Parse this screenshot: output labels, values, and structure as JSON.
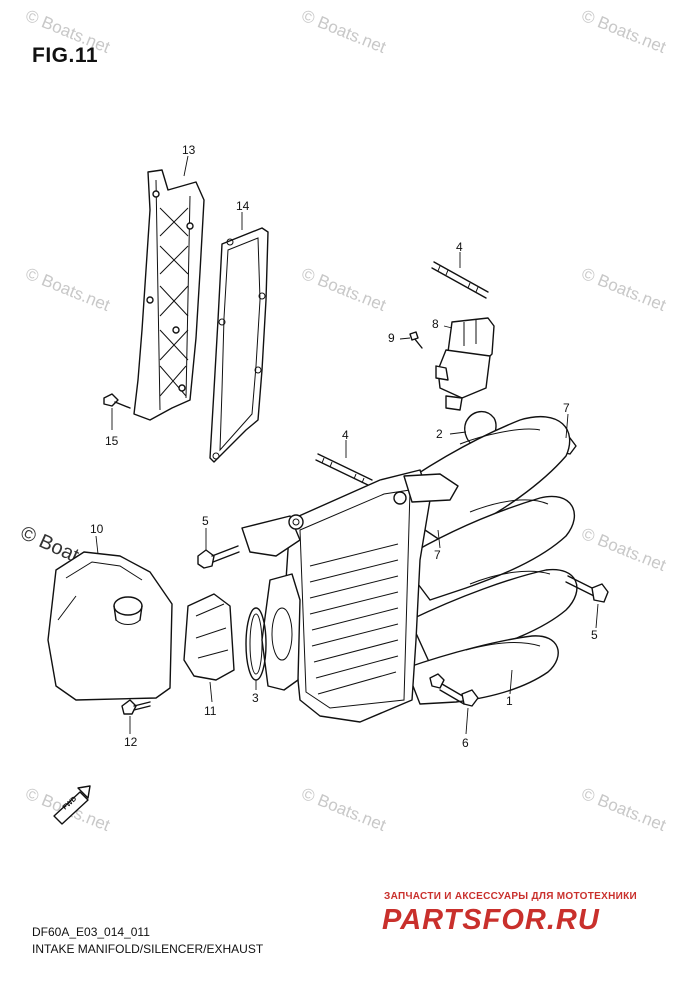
{
  "figure": {
    "title": "FIG.11"
  },
  "watermark": {
    "text": "© Boats.net"
  },
  "parts": [
    {
      "ref": "1"
    },
    {
      "ref": "2"
    },
    {
      "ref": "3"
    },
    {
      "ref": "4"
    },
    {
      "ref": "4"
    },
    {
      "ref": "5"
    },
    {
      "ref": "5"
    },
    {
      "ref": "6"
    },
    {
      "ref": "7"
    },
    {
      "ref": "7"
    },
    {
      "ref": "8"
    },
    {
      "ref": "9"
    },
    {
      "ref": "10"
    },
    {
      "ref": "11"
    },
    {
      "ref": "12"
    },
    {
      "ref": "13"
    },
    {
      "ref": "14"
    },
    {
      "ref": "15"
    }
  ],
  "direction_marker": {
    "text": "FWD"
  },
  "footer": {
    "code": "DF60A_E03_014_011",
    "title": "INTAKE MANIFOLD/SILENCER/EXHAUST"
  },
  "shop": {
    "tagline": "ЗАПЧАСТИ И АКСЕССУАРЫ ДЛЯ МОТОТЕХНИКИ",
    "logo": "PARTSFOR.RU"
  }
}
